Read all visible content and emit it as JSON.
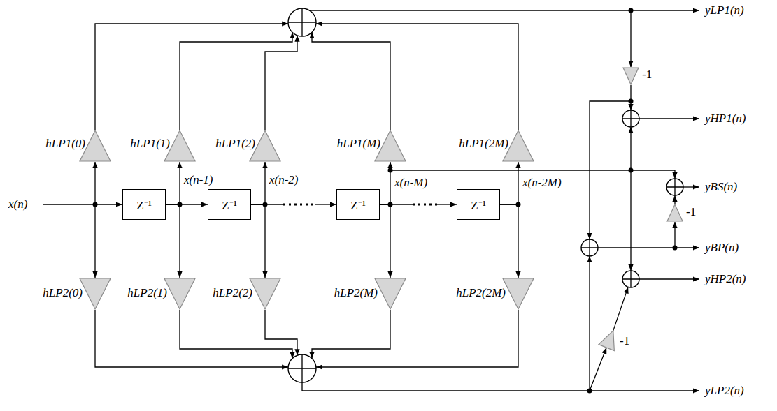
{
  "diagram": {
    "nodes": [
      {
        "text": [
          "hLP1(0)"
        ]
      },
      {
        "text": [
          "hLP1(1)"
        ]
      },
      {
        "text": [
          "hLP1(2)"
        ]
      },
      {
        "text": [
          "hLP1(M)"
        ]
      },
      {
        "text": [
          "hLP1(2M)"
        ]
      },
      {
        "text": [
          "-1"
        ]
      },
      {
        "text": [
          "Z⁻¹"
        ]
      },
      {
        "text": [
          "Z⁻¹"
        ]
      },
      {
        "text": [
          "Z⁻¹"
        ]
      },
      {
        "text": [
          "Z⁻¹"
        ]
      },
      {
        "text": [
          "-1"
        ]
      },
      {
        "text": [
          "hLP2(0)"
        ]
      },
      {
        "text": [
          "hLP2(1)"
        ]
      },
      {
        "text": [
          "hLP2(2)"
        ]
      },
      {
        "text": [
          "hLP2(M)"
        ]
      },
      {
        "text": [
          "hLP2(2M)"
        ]
      },
      {
        "text": [
          "-1"
        ]
      }
    ],
    "edges": [
      {
        "from": 6,
        "to": 7,
        "arrow": "to"
      },
      {
        "from": 7,
        "to": 8,
        "arrow": "to"
      },
      {
        "from": 8,
        "to": 9,
        "arrow": "to"
      },
      {
        "from": 6,
        "to": 1,
        "arrow": "to"
      },
      {
        "from": 6,
        "to": 12,
        "arrow": "to"
      },
      {
        "from": 7,
        "to": 2,
        "arrow": "to"
      },
      {
        "from": 7,
        "to": 13,
        "arrow": "to"
      },
      {
        "from": 8,
        "to": 3,
        "arrow": "to"
      },
      {
        "from": 8,
        "to": 14,
        "arrow": "to"
      },
      {
        "from": 9,
        "to": 4,
        "arrow": "to"
      },
      {
        "from": 9,
        "to": 15,
        "arrow": "to"
      }
    ],
    "labels": [
      "x(n)",
      "x(n-1)",
      "x(n-2)",
      "x(n-M)",
      "x(n-2M)",
      "yLP1(n)",
      "yHP1(n)",
      "yBS(n)",
      "yBP(n)",
      "yHP2(n)",
      "yLP2(n)"
    ]
  }
}
